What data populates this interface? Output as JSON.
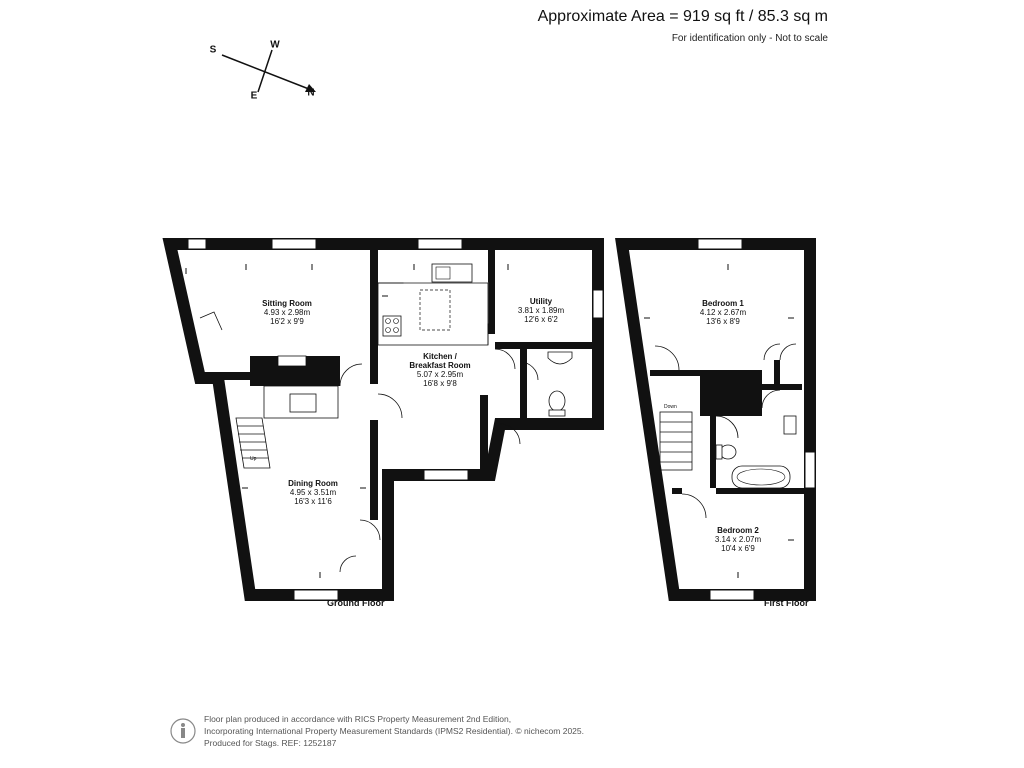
{
  "header": {
    "title": "Approximate Area = 919 sq ft / 85.3 sq m",
    "subtitle": "For identification only - Not to scale"
  },
  "compass": {
    "n": "N",
    "s": "S",
    "e": "E",
    "w": "W"
  },
  "ground_floor": {
    "label": "Ground Floor",
    "stair_label": "Up",
    "rooms": [
      {
        "name": "Sitting Room",
        "metric": "4.93 x 2.98m",
        "imperial": "16'2 x 9'9"
      },
      {
        "name_line1": "Kitchen /",
        "name_line2": "Breakfast Room",
        "metric": "5.07 x 2.95m",
        "imperial": "16'8 x 9'8"
      },
      {
        "name": "Utility",
        "metric": "3.81 x 1.89m",
        "imperial": "12'6 x 6'2"
      },
      {
        "name": "Dining Room",
        "metric": "4.95 x 3.51m",
        "imperial": "16'3 x 11'6"
      }
    ]
  },
  "first_floor": {
    "label": "First Floor",
    "stair_label": "Down",
    "rooms": [
      {
        "name": "Bedroom 1",
        "metric": "4.12 x 2.67m",
        "imperial": "13'6 x 8'9"
      },
      {
        "name": "Bedroom 2",
        "metric": "3.14 x 2.07m",
        "imperial": "10'4 x 6'9"
      }
    ]
  },
  "footer": {
    "line1": "Floor plan produced in accordance with RICS Property Measurement 2nd Edition,",
    "line2": "Incorporating International Property Measurement Standards (IPMS2 Residential).   © nichecom 2025.",
    "line3": "Produced for Stags.   REF: 1252187"
  }
}
